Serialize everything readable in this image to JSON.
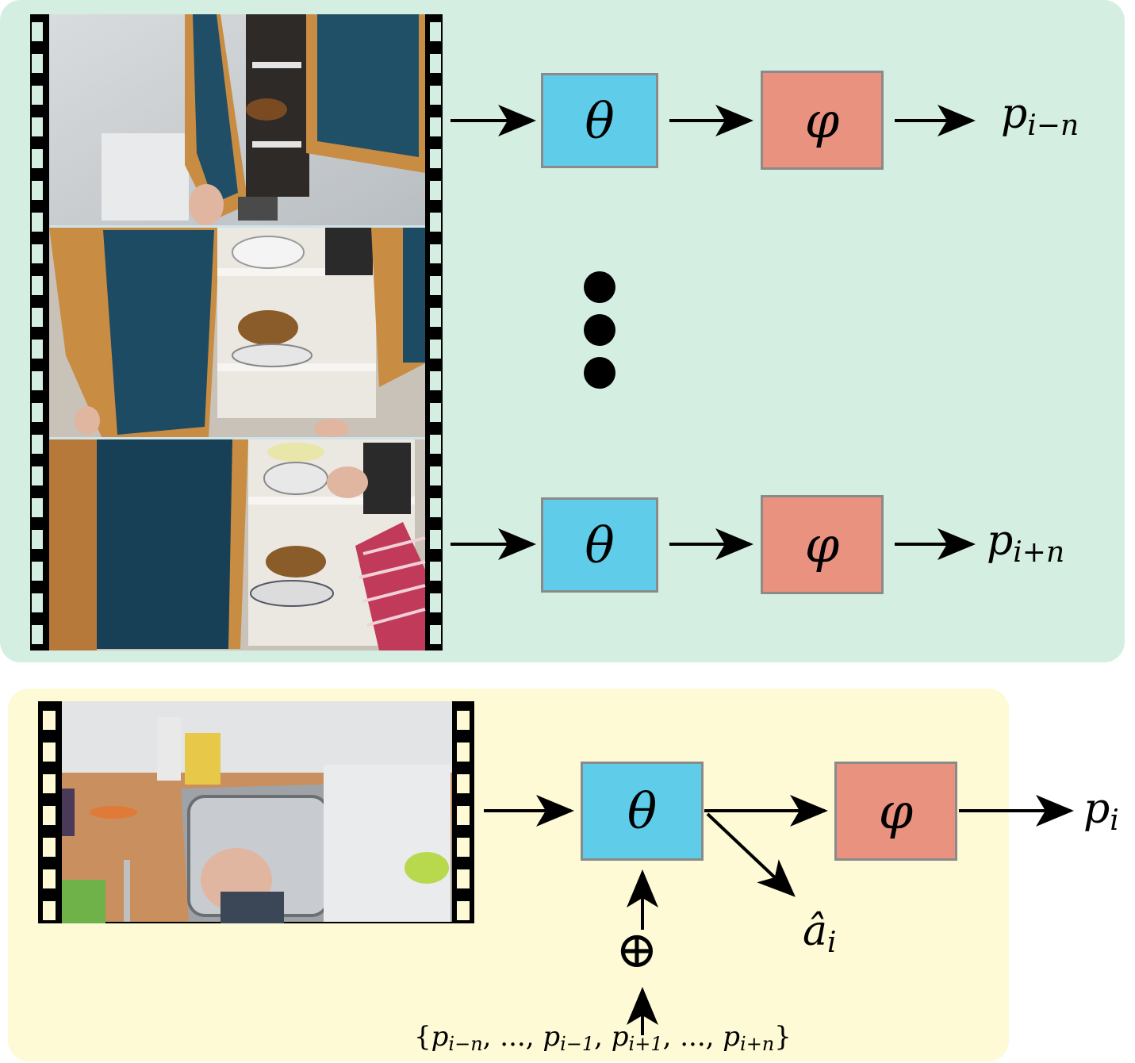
{
  "diagram": {
    "top_panel": {
      "encoder_label": "θ",
      "head_label": "φ",
      "output_first": {
        "base": "p",
        "sub": "i−n"
      },
      "output_last": {
        "base": "p",
        "sub": "i+n"
      },
      "frame_images": [
        "kitchen-cabinet-frame-1",
        "kitchen-cabinet-frame-2",
        "kitchen-cabinet-frame-3"
      ]
    },
    "bottom_panel": {
      "encoder_label": "θ",
      "head_label": "φ",
      "output": {
        "base": "p",
        "sub": "i"
      },
      "side_output": {
        "base": "â",
        "sub": "i"
      },
      "combine_symbol": "⊕",
      "context_set": {
        "open": "{",
        "items": [
          {
            "base": "p",
            "sub": "i−n"
          },
          {
            "text": ", ..., "
          },
          {
            "base": "p",
            "sub": "i−1"
          },
          {
            "text": ", "
          },
          {
            "base": "p",
            "sub": "i+1"
          },
          {
            "text": ", ..., "
          },
          {
            "base": "p",
            "sub": "i+n"
          }
        ],
        "close": "}"
      },
      "frame_image": "kitchen-sink-frame"
    },
    "colors": {
      "top_background": "#d5eee2",
      "bottom_background": "#fdfad5",
      "theta_box": "#5fcde9",
      "phi_box": "#ea9280"
    }
  }
}
